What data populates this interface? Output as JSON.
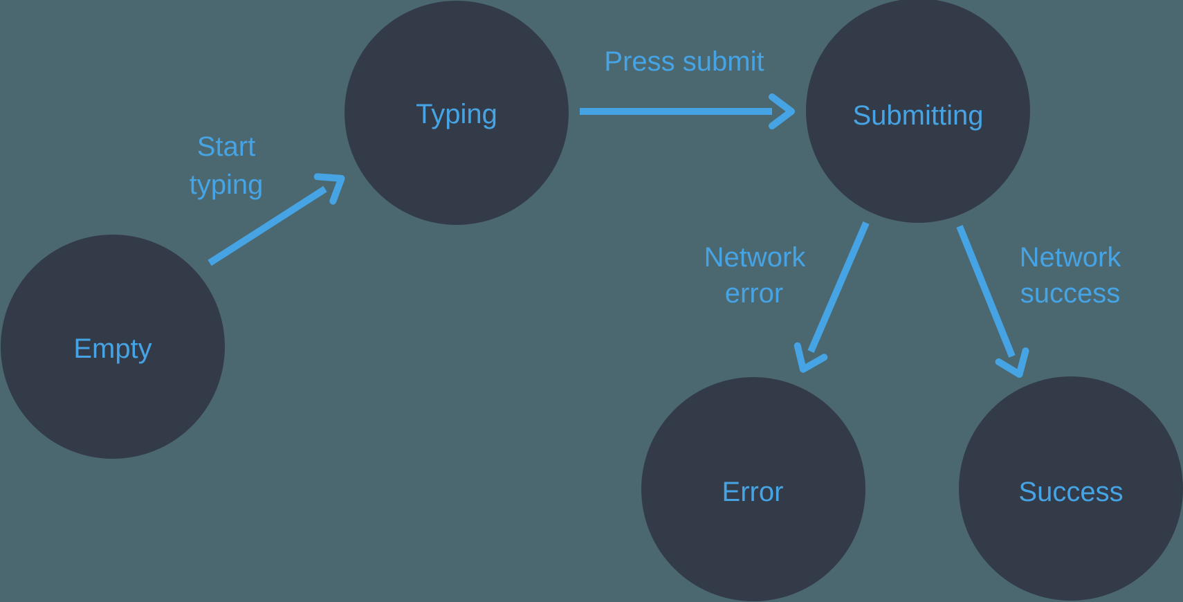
{
  "colors": {
    "background": "#4B6770",
    "node_fill": "#333B49",
    "accent_blue": "#46A4E4"
  },
  "diagram": {
    "type": "state-machine"
  },
  "nodes": [
    {
      "id": "empty",
      "label": "Empty"
    },
    {
      "id": "typing",
      "label": "Typing"
    },
    {
      "id": "submitting",
      "label": "Submitting"
    },
    {
      "id": "error",
      "label": "Error"
    },
    {
      "id": "success",
      "label": "Success"
    }
  ],
  "edges": [
    {
      "from": "empty",
      "to": "typing",
      "label_lines": [
        "Start",
        "typing"
      ]
    },
    {
      "from": "typing",
      "to": "submitting",
      "label_lines": [
        "Press submit"
      ]
    },
    {
      "from": "submitting",
      "to": "error",
      "label_lines": [
        "Network",
        "error"
      ]
    },
    {
      "from": "submitting",
      "to": "success",
      "label_lines": [
        "Network",
        "success"
      ]
    }
  ]
}
